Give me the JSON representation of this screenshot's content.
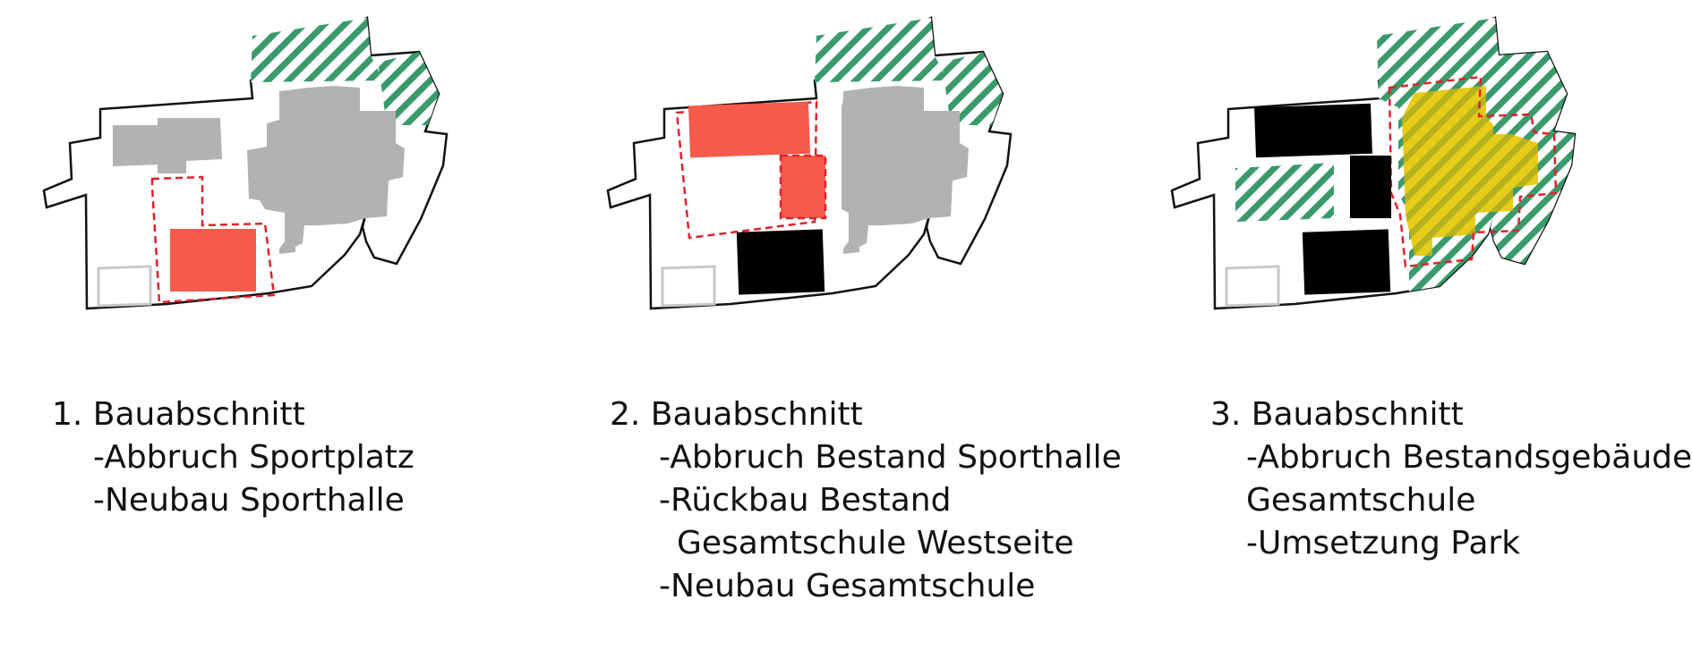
{
  "colors": {
    "demolish": "#f65a4a",
    "existing": "#b2b2b2",
    "new_building": "#000000",
    "green_hatch": "#3a9a6c",
    "park": "#e7cc1a",
    "boundary_dashed": "#e0212b"
  },
  "phases": [
    {
      "title": "1. Bauabschnitt",
      "items": [
        "-Abbruch Sportplatz",
        "-Neubau Sporthalle"
      ]
    },
    {
      "title": "2. Bauabschnitt",
      "items": [
        "-Abbruch Bestand Sporthalle",
        "-Rückbau Bestand",
        "Gesamtschule Westseite",
        "-Neubau Gesamtschule"
      ]
    },
    {
      "title": "3. Bauabschnitt",
      "items": [
        "-Abbruch Bestandsgebäude",
        "Gesamtschule",
        "-Umsetzung Park"
      ]
    }
  ]
}
